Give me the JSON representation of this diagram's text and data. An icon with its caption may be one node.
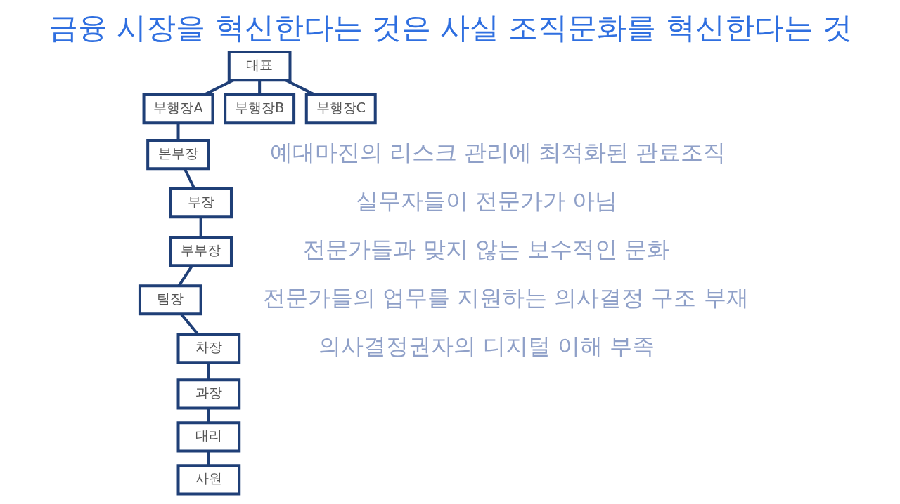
{
  "diagram": {
    "title": "금융 시장을 혁신한다는 것은 사실 조직문화를 혁신한다는 것",
    "nodes": [
      {
        "text": [
          "대표"
        ]
      },
      {
        "text": [
          "부행장A"
        ]
      },
      {
        "text": [
          "부행장B"
        ]
      },
      {
        "text": [
          "부행장C"
        ]
      },
      {
        "text": [
          "본부장"
        ]
      },
      {
        "text": [
          "부장"
        ]
      },
      {
        "text": [
          "부부장"
        ]
      },
      {
        "text": [
          "팀장"
        ]
      },
      {
        "text": [
          "차장"
        ]
      },
      {
        "text": [
          "과장"
        ]
      },
      {
        "text": [
          "대리"
        ]
      },
      {
        "text": [
          "사원"
        ]
      }
    ],
    "edges": [
      {
        "from": 0,
        "to": 1,
        "arrow": "none"
      },
      {
        "from": 0,
        "to": 2,
        "arrow": "none"
      },
      {
        "from": 0,
        "to": 3,
        "arrow": "none"
      },
      {
        "from": 1,
        "to": 4,
        "arrow": "none"
      },
      {
        "from": 4,
        "to": 5,
        "arrow": "none"
      },
      {
        "from": 5,
        "to": 6,
        "arrow": "none"
      },
      {
        "from": 6,
        "to": 7,
        "arrow": "none"
      },
      {
        "from": 7,
        "to": 8,
        "arrow": "none"
      },
      {
        "from": 8,
        "to": 9,
        "arrow": "none"
      },
      {
        "from": 9,
        "to": 10,
        "arrow": "none"
      },
      {
        "from": 10,
        "to": 11,
        "arrow": "none"
      }
    ],
    "labels": [
      "예대마진의 리스크 관리에 최적화된 관료조직",
      "실무자들이 전문가가 아님",
      "전문가들과 맞지 않는 보수적인 문화",
      "전문가들의 업무를 지원하는 의사결정 구조 부재",
      "의사결정권자의 디지털 이해 부족"
    ]
  }
}
